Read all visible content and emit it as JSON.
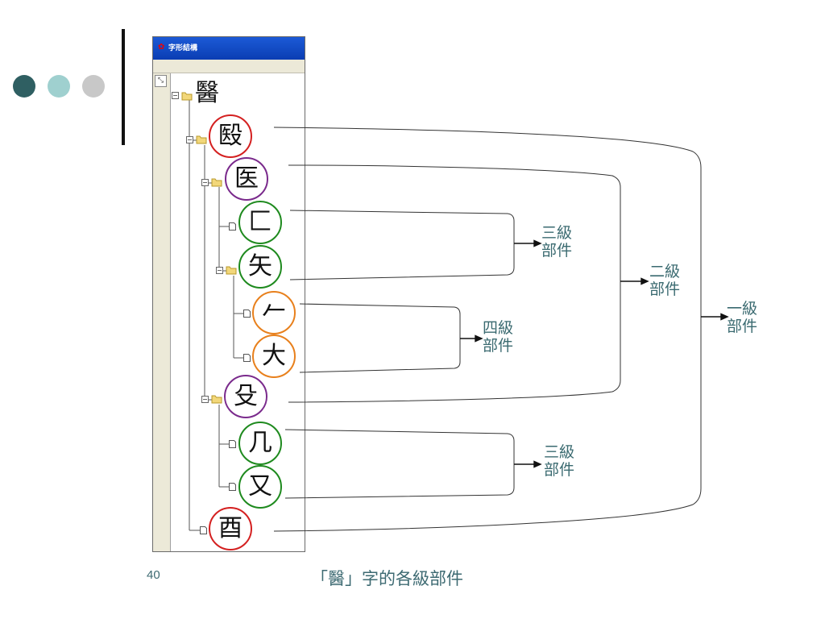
{
  "colors": {
    "dot_dark": "#2f5f62",
    "dot_teal": "#9fd0cf",
    "dot_gray": "#c8c8c8",
    "level1": "#d42020",
    "level2": "#7a2a8c",
    "level3": "#1e8a1e",
    "level4": "#e8801c",
    "label_text": "#3a6a70"
  },
  "window": {
    "title": "字形結構",
    "app_icon": "app-logo-icon",
    "tool_icon": "pointer-tool-icon"
  },
  "tree": {
    "root": "醫",
    "nodes": [
      {
        "char": "殹",
        "level": 1,
        "expandable": true
      },
      {
        "char": "医",
        "level": 2,
        "expandable": true
      },
      {
        "char": "匚",
        "level": 3,
        "expandable": false
      },
      {
        "char": "矢",
        "level": 3,
        "expandable": true
      },
      {
        "char": "𠂉",
        "level": 4,
        "expandable": false
      },
      {
        "char": "大",
        "level": 4,
        "expandable": false
      },
      {
        "char": "殳",
        "level": 2,
        "expandable": true
      },
      {
        "char": "几",
        "level": 3,
        "expandable": false
      },
      {
        "char": "又",
        "level": 3,
        "expandable": false
      },
      {
        "char": "酉",
        "level": 1,
        "expandable": false
      }
    ]
  },
  "labels": {
    "level3_top": [
      "三級",
      "部件"
    ],
    "level4": [
      "四級",
      "部件"
    ],
    "level2": [
      "二級",
      "部件"
    ],
    "level1": [
      "一級",
      "部件"
    ],
    "level3_bottom": [
      "三級",
      "部件"
    ]
  },
  "footer": {
    "page_number": "40",
    "caption": "「醫」字的各級部件"
  }
}
